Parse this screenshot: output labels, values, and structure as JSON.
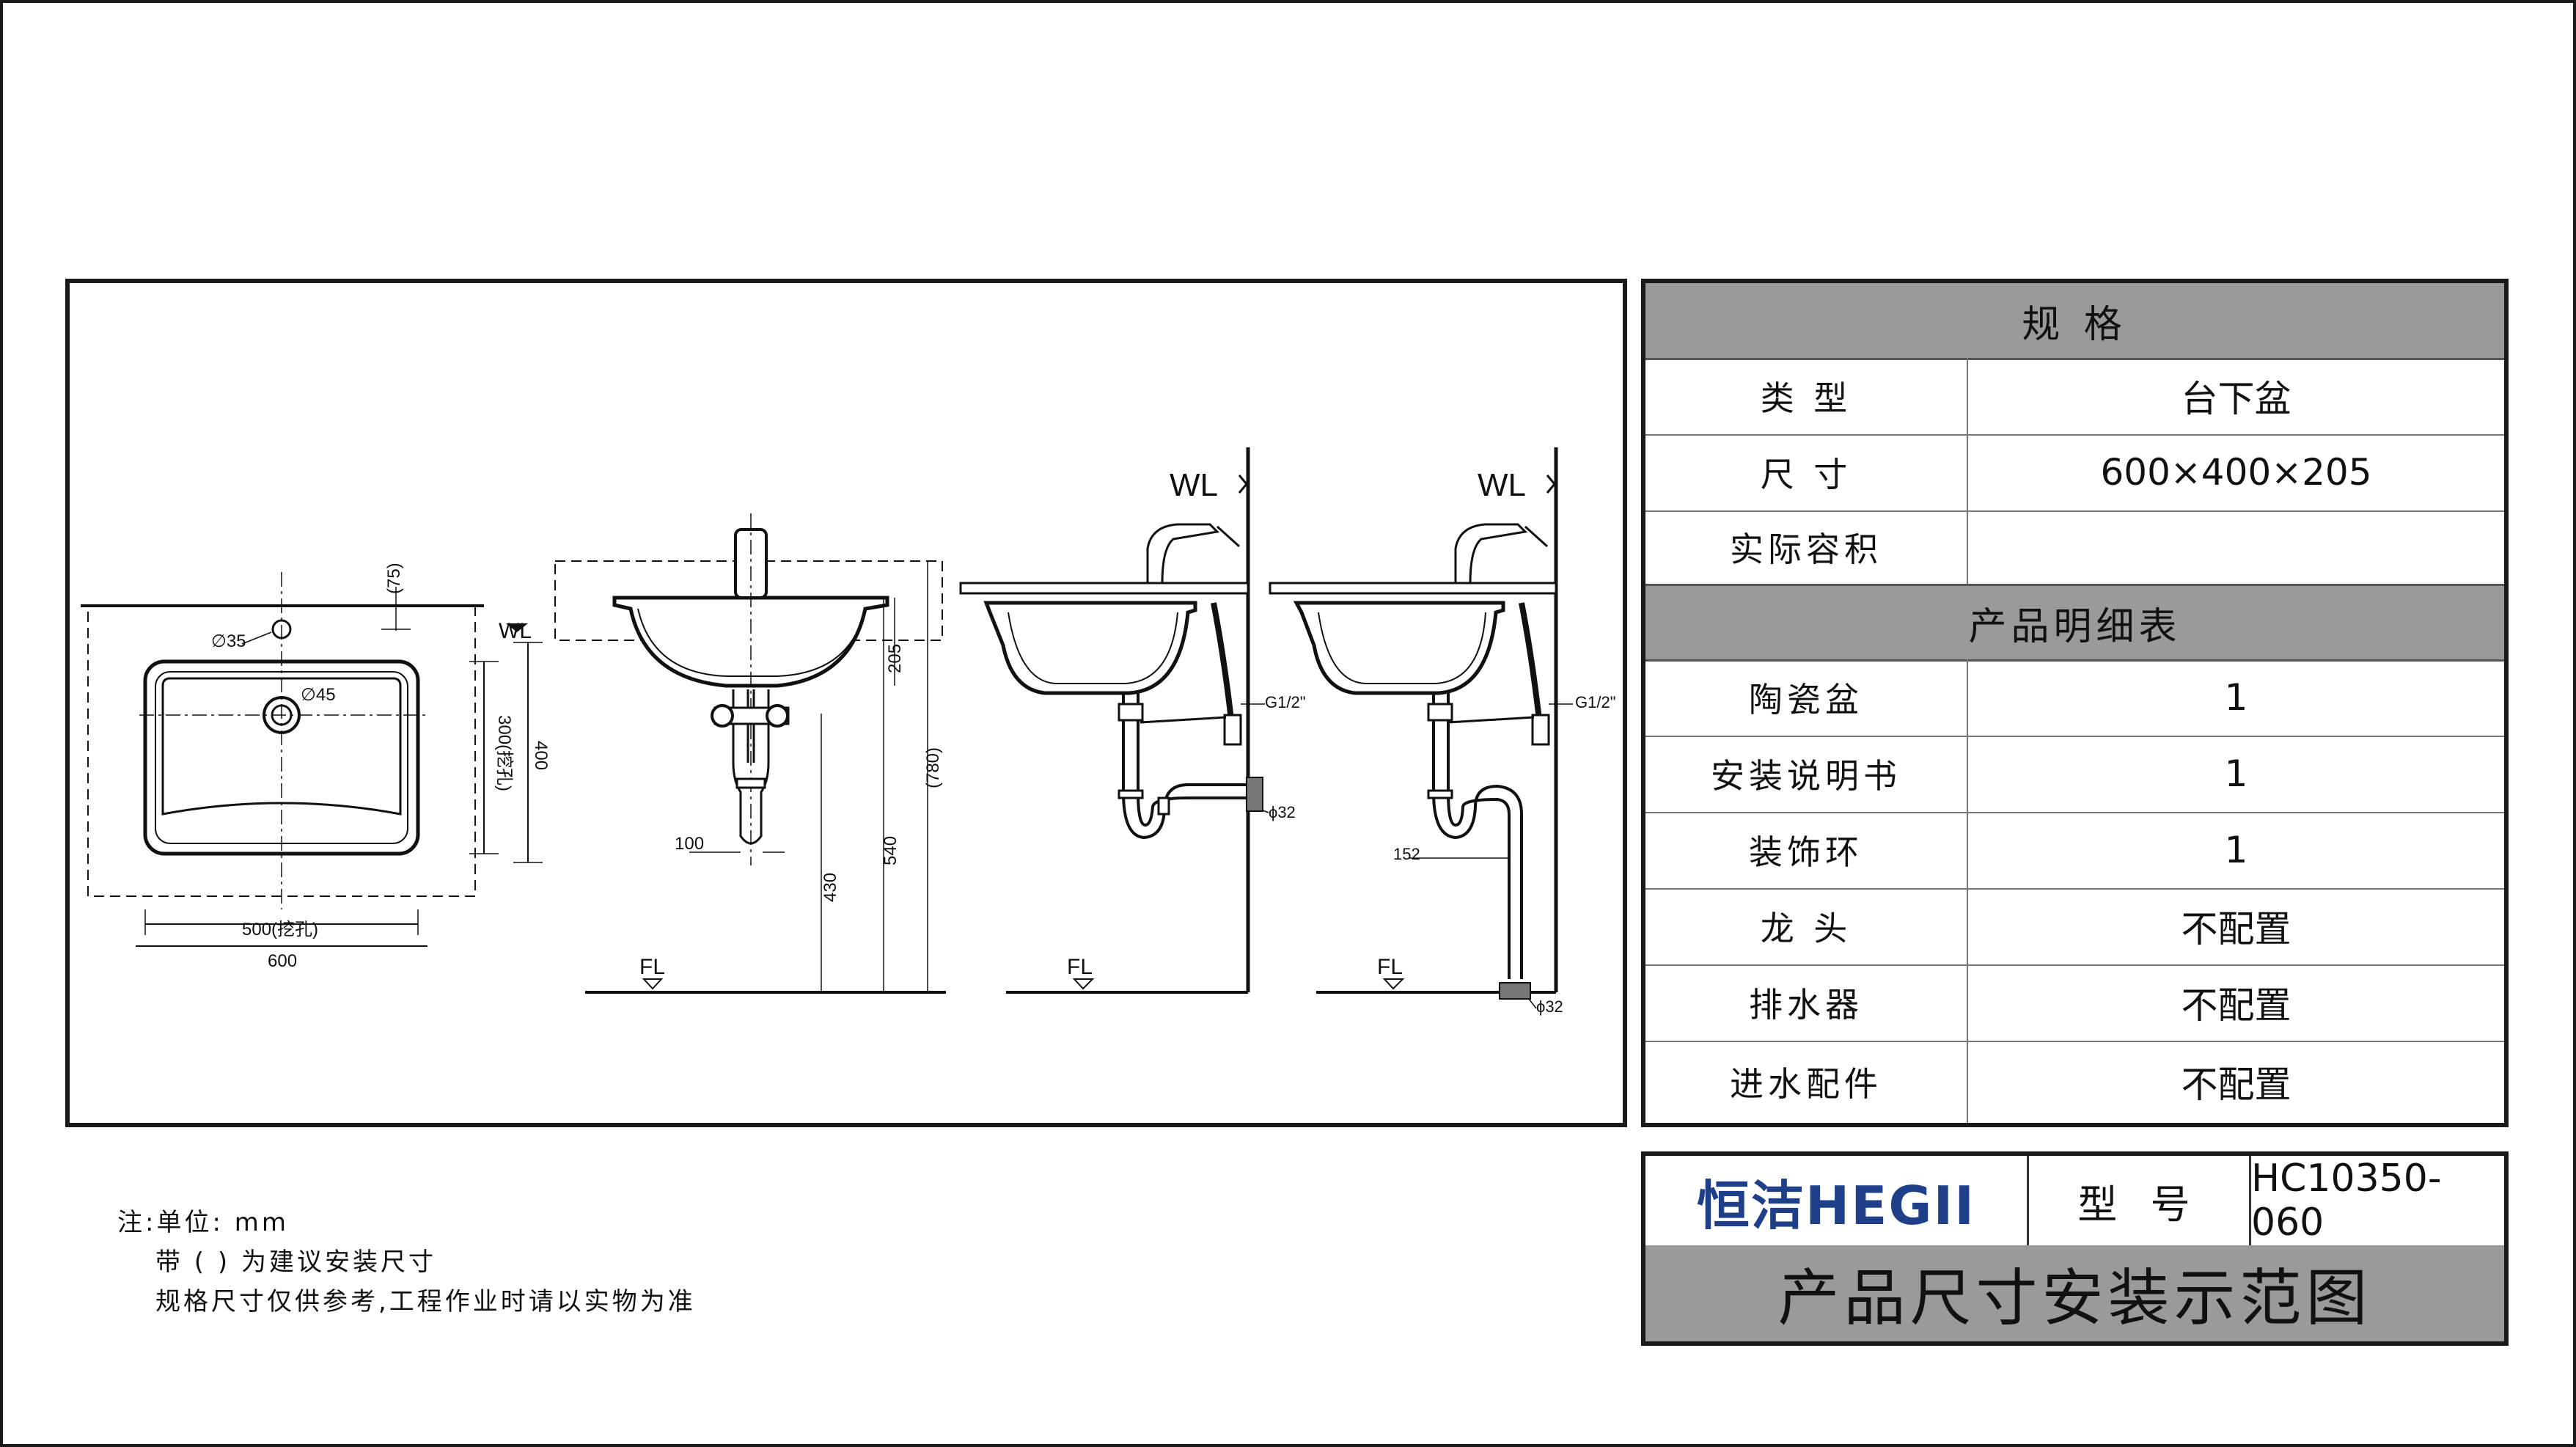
{
  "drawing": {
    "labels": {
      "wl": "WL",
      "fl": "FL",
      "d35": "∅35",
      "d45": "∅45",
      "d75": "(75)",
      "d400": "400",
      "d300": "300(挖孔)",
      "d500": "500(挖孔)",
      "d600": "600",
      "d205": "205",
      "d780": "(780)",
      "d540": "540",
      "d430": "430",
      "d100": "100",
      "g12": "G1/2\"",
      "phi32": "ϕ32",
      "d152": "152"
    }
  },
  "spec_table": {
    "heading": "规 格",
    "rows": [
      {
        "label": "类 型",
        "value": "台下盆"
      },
      {
        "label": "尺 寸",
        "value": "600×400×205"
      },
      {
        "label": "实际容积",
        "value": ""
      }
    ],
    "parts_heading": "产品明细表",
    "parts": [
      {
        "label": "陶瓷盆",
        "value": "1"
      },
      {
        "label": "安装说明书",
        "value": "1"
      },
      {
        "label": "装饰环",
        "value": "1"
      },
      {
        "label": "龙 头",
        "value": "不配置"
      },
      {
        "label": "排水器",
        "value": "不配置"
      },
      {
        "label": "进水配件",
        "value": "不配置"
      }
    ]
  },
  "title_block": {
    "brand": "恒洁HEGII",
    "model_label": "型 号",
    "model": "HC10350-060",
    "title": "产品尺寸安装示范图"
  },
  "notes": {
    "line1": "注:单位: mm",
    "line2": "带 ( ) 为建议安装尺寸",
    "line3": "规格尺寸仅供参考,工程作业时请以实物为准"
  },
  "colors": {
    "header_gray": "#9a9a9a",
    "brand_blue": "#1f3f88"
  }
}
